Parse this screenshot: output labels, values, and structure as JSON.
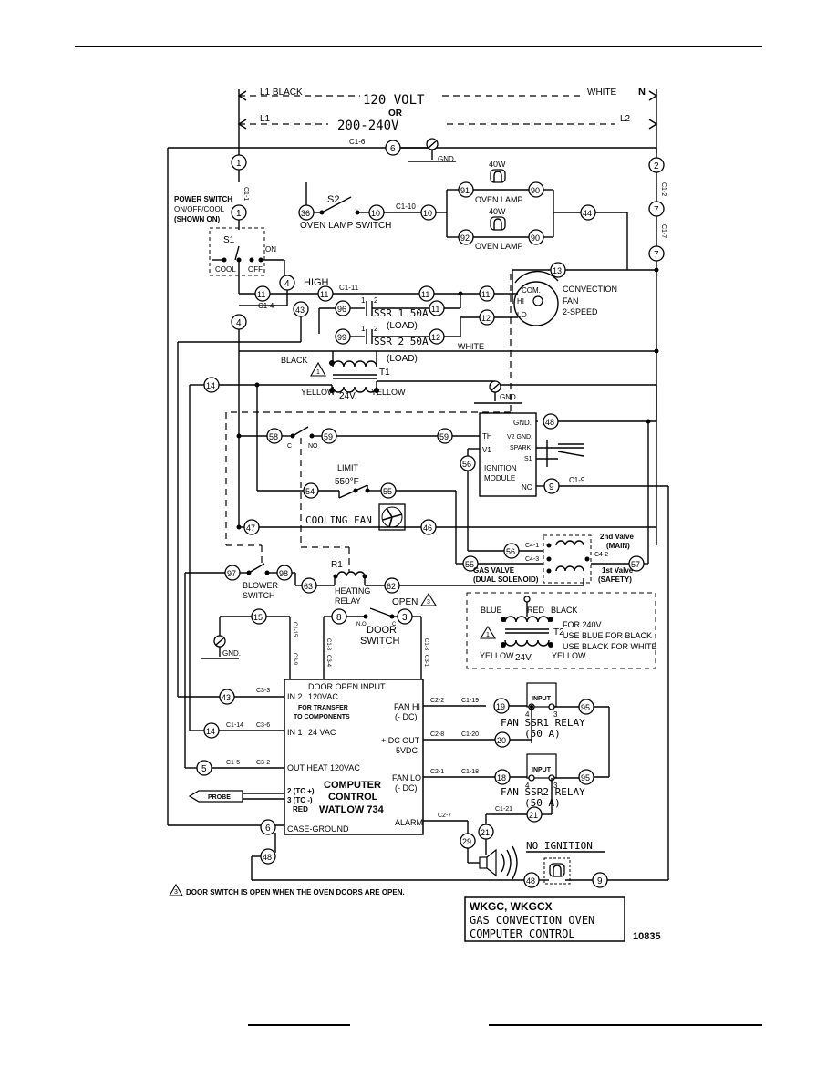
{
  "page": {
    "rule_top": true,
    "footer_rules": 2
  },
  "supply": {
    "l1_black": "L1 BLACK",
    "volt120": "120 VOLT",
    "or": "OR",
    "white_n": "WHITE",
    "n": "N",
    "l1": "L1",
    "volt240": "200-240V",
    "l2": "L2"
  },
  "connectors": {
    "c1_6": "C1-6",
    "c1_1": "C1-1",
    "c1_2": "C1-2",
    "c1_7": "C1-7",
    "c1_10": "C1-10",
    "c1_11": "C1-11",
    "c1_4": "C1-4",
    "c1_9": "C1-9",
    "c4_1": "C4-1",
    "c4_3": "C4-3",
    "c4_2": "C4-2",
    "c1_8": "C1-8",
    "c1_3": "C1-3",
    "c1_5": "C1-5",
    "c1_15": "C1-15",
    "c3_4": "C3-4",
    "c3_1": "C3-1",
    "c3_9": "C3-9",
    "c3_3": "C3-3",
    "c3_6": "C3-6",
    "c3_2": "C3-2",
    "c1_14": "C1-14",
    "c2_2": "C2-2",
    "c1_19": "C1-19",
    "c2_8": "C2-8",
    "c1_20": "C1-20",
    "c2_1": "C2-1",
    "c1_18": "C1-18",
    "c2_7": "C2-7",
    "c1_21": "C1-21"
  },
  "wires": {
    "w1": "1",
    "w2": "2",
    "w3": "3",
    "w4": "4",
    "w5": "5",
    "w6": "6",
    "w7": "7",
    "w8": "8",
    "w9": "9",
    "w10": "10",
    "w11": "11",
    "w12": "12",
    "w13": "13",
    "w14": "14",
    "w15": "15",
    "w19": "19",
    "w20": "20",
    "w21": "21",
    "w18": "18",
    "w29": "29",
    "w36": "36",
    "w43": "43",
    "w44": "44",
    "w46": "46",
    "w47": "47",
    "w48": "48",
    "w54": "54",
    "w55": "55",
    "w56": "56",
    "w57": "57",
    "w58": "58",
    "w59": "59",
    "w62": "62",
    "w63": "63",
    "w90": "90",
    "w91": "91",
    "w92": "92",
    "w95": "95",
    "w96": "96",
    "w97": "97",
    "w98": "98",
    "w99": "99"
  },
  "labels": {
    "gnd": "GND.",
    "power_switch": "POWER SWITCH",
    "power_modes": "ON/OFF/COOL",
    "shown_on": "(SHOWN ON)",
    "s1": "S1",
    "on": "ON",
    "cool": "COOL",
    "off": "OFF",
    "s2": "S2",
    "oven_lamp_switch": "OVEN LAMP SWITCH",
    "lamp_40w": "40W",
    "oven_lamp": "OVEN LAMP",
    "high": "HIGH",
    "ssr1": "SSR 1 50A",
    "ssr2": "SSR 2 50A",
    "load": "(LOAD)",
    "one": "1",
    "two": "2",
    "white": "WHITE",
    "black": "BLACK",
    "t1": "T1",
    "yellow": "YELLOW",
    "v24": "24V.",
    "convection": "CONVECTION",
    "fan": "FAN",
    "two_speed": "2-SPEED",
    "com": "COM.",
    "hi": "HI",
    "lo": "LO",
    "th": "TH",
    "v1": "V1",
    "gnd2": "GND.",
    "v2gnd": "V2 GND.",
    "spark": "SPARK",
    "s1_term": "S1",
    "ignition": "IGNITION",
    "module": "MODULE",
    "nc": "NC",
    "c": "C",
    "no": "NO",
    "limit": "LIMIT",
    "limit_temp": "550°F",
    "cooling_fan": "COOLING FAN",
    "second_valve": "2nd Valve",
    "main": "(MAIN)",
    "first_valve": "1st Valve",
    "safety": "(SAFETY)",
    "gas_valve": "GAS VALVE",
    "dual_solenoid": "(DUAL SOLENOID)",
    "blower": "BLOWER",
    "switch": "SWITCH",
    "r1": "R1",
    "heating": "HEATING",
    "relay": "RELAY",
    "open": "OPEN",
    "door": "DOOR",
    "door_switch": "SWITCH",
    "no_small": "N.O.",
    "c_small": "C",
    "blue": "BLUE",
    "red": "RED",
    "t2": "T2",
    "for_240": "FOR 240V.",
    "use_blue": "USE BLUE FOR BLACK",
    "use_black": "USE BLACK FOR WHITE",
    "door_open_input": "DOOR OPEN INPUT",
    "in2": "IN 2",
    "vac120": "120VAC",
    "for_transfer": "FOR TRANSFER",
    "to_components": "TO COMPONENTS",
    "in1": "IN 1",
    "vac24": "24 VAC",
    "out_heat": "OUT HEAT",
    "out_heat_v": "120VAC",
    "tc_plus": "2 (TC +)",
    "tc_minus": "3 (TC -)",
    "red_lead": "RED",
    "case_ground": "CASE-GROUND",
    "fan_hi": "FAN HI",
    "dc_minus": "(- DC)",
    "dc_out": "+ DC OUT",
    "vdc5": "5VDC",
    "fan_lo": "FAN LO",
    "alarm": "ALARM",
    "computer": "COMPUTER",
    "control": "CONTROL",
    "watlow": "WATLOW 734",
    "probe": "PROBE",
    "input": "INPUT",
    "fan_ssr1": "FAN SSR1 RELAY",
    "fan_ssr2": "FAN SSR2 RELAY",
    "amp50": "(50 A)",
    "no_ignition": "NO IGNITION",
    "t4": "4",
    "t3": "3",
    "warn": "1",
    "note3": "3"
  },
  "note": "DOOR SWITCH IS OPEN WHEN THE OVEN DOORS ARE OPEN.",
  "title_block": {
    "models": "WKGC, WKGCX",
    "line1": "GAS CONVECTION OVEN",
    "line2": "COMPUTER CONTROL",
    "number": "10835"
  }
}
